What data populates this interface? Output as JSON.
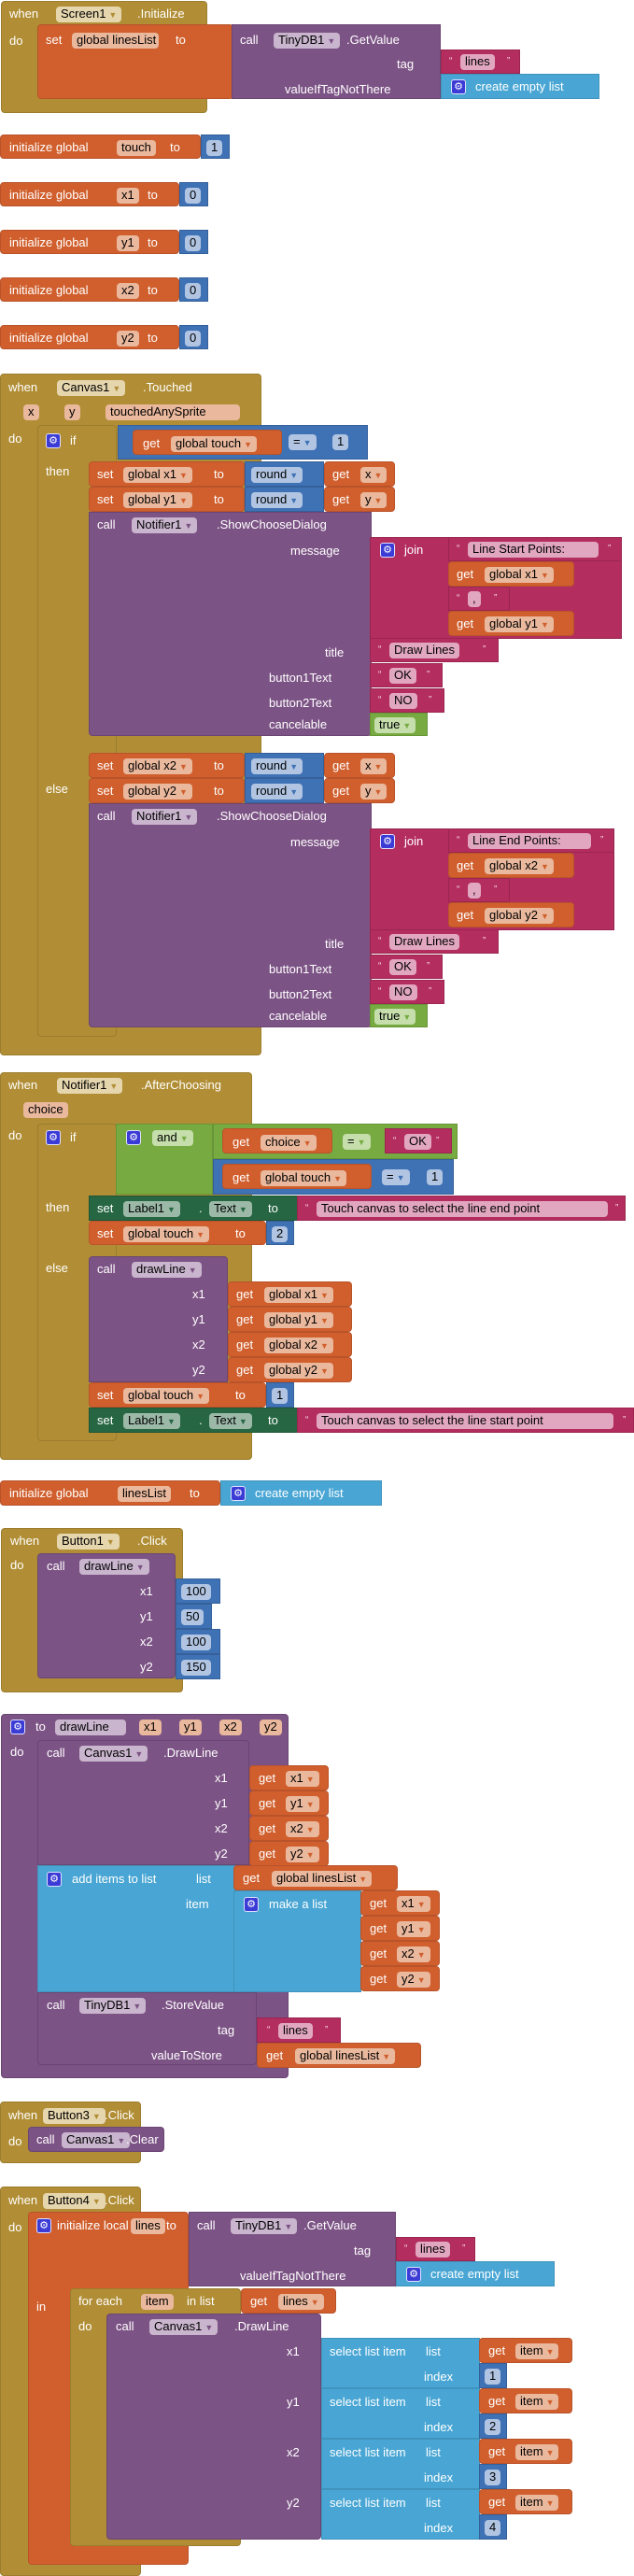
{
  "kw": {
    "when": "when",
    "do": "do",
    "set": "set",
    "to": "to",
    "call": "call",
    "get": "get",
    "if": "if",
    "then": "then",
    "else": "else",
    "in": "in",
    "init_global": "initialize global",
    "init_local": "initialize local",
    "join": "join",
    "round": "round",
    "eq": "=",
    "and": "and",
    "dot": ".",
    "true": "true",
    "create_empty": "create empty list",
    "make_list": "make a list",
    "add_items": "add items to list",
    "list": "list",
    "item": "item",
    "for_each": "for each",
    "in_list": "in list",
    "select": "select list item",
    "index": "index",
    "tag": "tag",
    "value_if": "valueIfTagNotThere",
    "value_store": "valueToStore",
    "message": "message",
    "title": "title",
    "b1": "button1Text",
    "b2": "button2Text",
    "cancelable": "cancelable",
    "x": "x",
    "y": "y",
    "x1": "x1",
    "y1": "y1",
    "x2": "x2",
    "y2": "y2"
  },
  "screen_init": {
    "component": "Screen1",
    "event": ".Initialize",
    "var": "global linesList",
    "db": "TinyDB1",
    "method": ".GetValue",
    "tag": "lines"
  },
  "globals": [
    {
      "name": "touch",
      "value": "1"
    },
    {
      "name": "x1",
      "value": "0"
    },
    {
      "name": "y1",
      "value": "0"
    },
    {
      "name": "x2",
      "value": "0"
    },
    {
      "name": "y2",
      "value": "0"
    }
  ],
  "canvas_touched": {
    "component": "Canvas1",
    "event": ".Touched",
    "params": [
      "x",
      "y",
      "touchedAnySprite"
    ],
    "cond_var": "global touch",
    "cond_value": "1",
    "then": {
      "set1": "global x1",
      "set2": "global y1",
      "notifier": "Notifier1",
      "method": ".ShowChooseDialog",
      "msg": "Line Start Points:",
      "get1": "global x1",
      "sep": ",",
      "get2": "global y1",
      "title": "Draw Lines",
      "b1": "OK",
      "b2": "NO"
    },
    "else": {
      "set1": "global x2",
      "set2": "global y2",
      "notifier": "Notifier1",
      "method": ".ShowChooseDialog",
      "msg": "Line End Points:",
      "get1": "global x2",
      "sep": ",",
      "get2": "global y2",
      "title": "Draw Lines",
      "b1": "OK",
      "b2": "NO"
    }
  },
  "after_choosing": {
    "component": "Notifier1",
    "event": ".AfterChoosing",
    "param": "choice",
    "get_choice": "choice",
    "ok": "OK",
    "touch": "global touch",
    "one": "1",
    "label": "Label1",
    "prop": "Text",
    "then_text": "Touch canvas to select the line end point",
    "then_touch": "2",
    "proc": "drawLine",
    "args": [
      "global x1",
      "global y1",
      "global x2",
      "global y2"
    ],
    "else_touch": "1",
    "else_text": "Touch canvas to select the line start point"
  },
  "lines_global": {
    "name": "linesList"
  },
  "button1": {
    "component": "Button1",
    "event": ".Click",
    "proc": "drawLine",
    "values": [
      "100",
      "50",
      "100",
      "150"
    ]
  },
  "drawline_proc": {
    "name": "drawLine",
    "params": [
      "x1",
      "y1",
      "x2",
      "y2"
    ],
    "canvas": "Canvas1",
    "method": ".DrawLine",
    "list_var": "global linesList",
    "db": "TinyDB1",
    "store": ".StoreValue",
    "tag": "lines"
  },
  "button3": {
    "component": "Button3",
    "event": ".Click",
    "canvas": "Canvas1",
    "method": ".Clear"
  },
  "button4": {
    "component": "Button4",
    "event": ".Click",
    "local": "lines",
    "db": "TinyDB1",
    "method": ".GetValue",
    "tag": "lines",
    "loop_var": "item",
    "list_get": "lines",
    "canvas": "Canvas1",
    "draw": ".DrawLine",
    "indexes": [
      "1",
      "2",
      "3",
      "4"
    ]
  }
}
